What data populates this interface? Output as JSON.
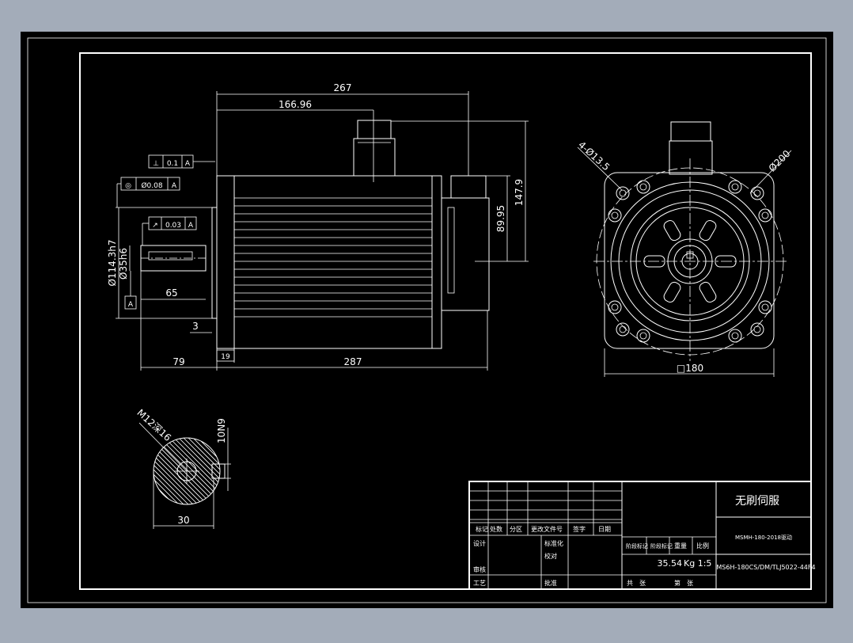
{
  "colors": {
    "outside": "#a3acb9",
    "paper": "#000000",
    "line": "#ffffff"
  },
  "dimensions": {
    "overall_length": "267",
    "connector_pos": "166.96",
    "height_total": "147.9",
    "height_rear": "89.95",
    "shaft_dia_outer": "Ø114.3h7",
    "shaft_dia": "Ø35h6",
    "shaft_len": "65",
    "flange_th": "3",
    "shaft_total": "79",
    "flange_pos": "19",
    "body_len": "287",
    "bolt_holes": "4-Ø13.5",
    "pcd": "Ø200",
    "square": "□180",
    "thread": "M12深16",
    "key_width": "10N9",
    "section_width": "30"
  },
  "tolerances": {
    "perp": {
      "symbol": "⊥",
      "value": "0.1",
      "datum": "A"
    },
    "concentric": {
      "symbol": "◎",
      "value": "Ø0.08",
      "datum": "A"
    },
    "runout": {
      "symbol": "↗",
      "value": "0.03",
      "datum": "A"
    },
    "datum_label": "A"
  },
  "title_block": {
    "name": "无刷伺服",
    "drawing_no": "MSMH-180-2018驱动",
    "model": "MS6H-180CS/DM/TLJ5022-44F4",
    "weight": "35.54",
    "scale": "Kg 1:5",
    "row_labels": [
      "标记",
      "处数",
      "分区",
      "更改文件号",
      "签字",
      "日期"
    ],
    "side_labels": [
      "设计",
      "审核",
      "工艺"
    ],
    "mid_labels": [
      "标准化",
      "校对",
      "批准"
    ],
    "right_labels": [
      "阶段标记",
      "阶段标记",
      "重量",
      "比例"
    ],
    "bottom_labels": [
      "共",
      "张",
      "第",
      "张"
    ]
  }
}
